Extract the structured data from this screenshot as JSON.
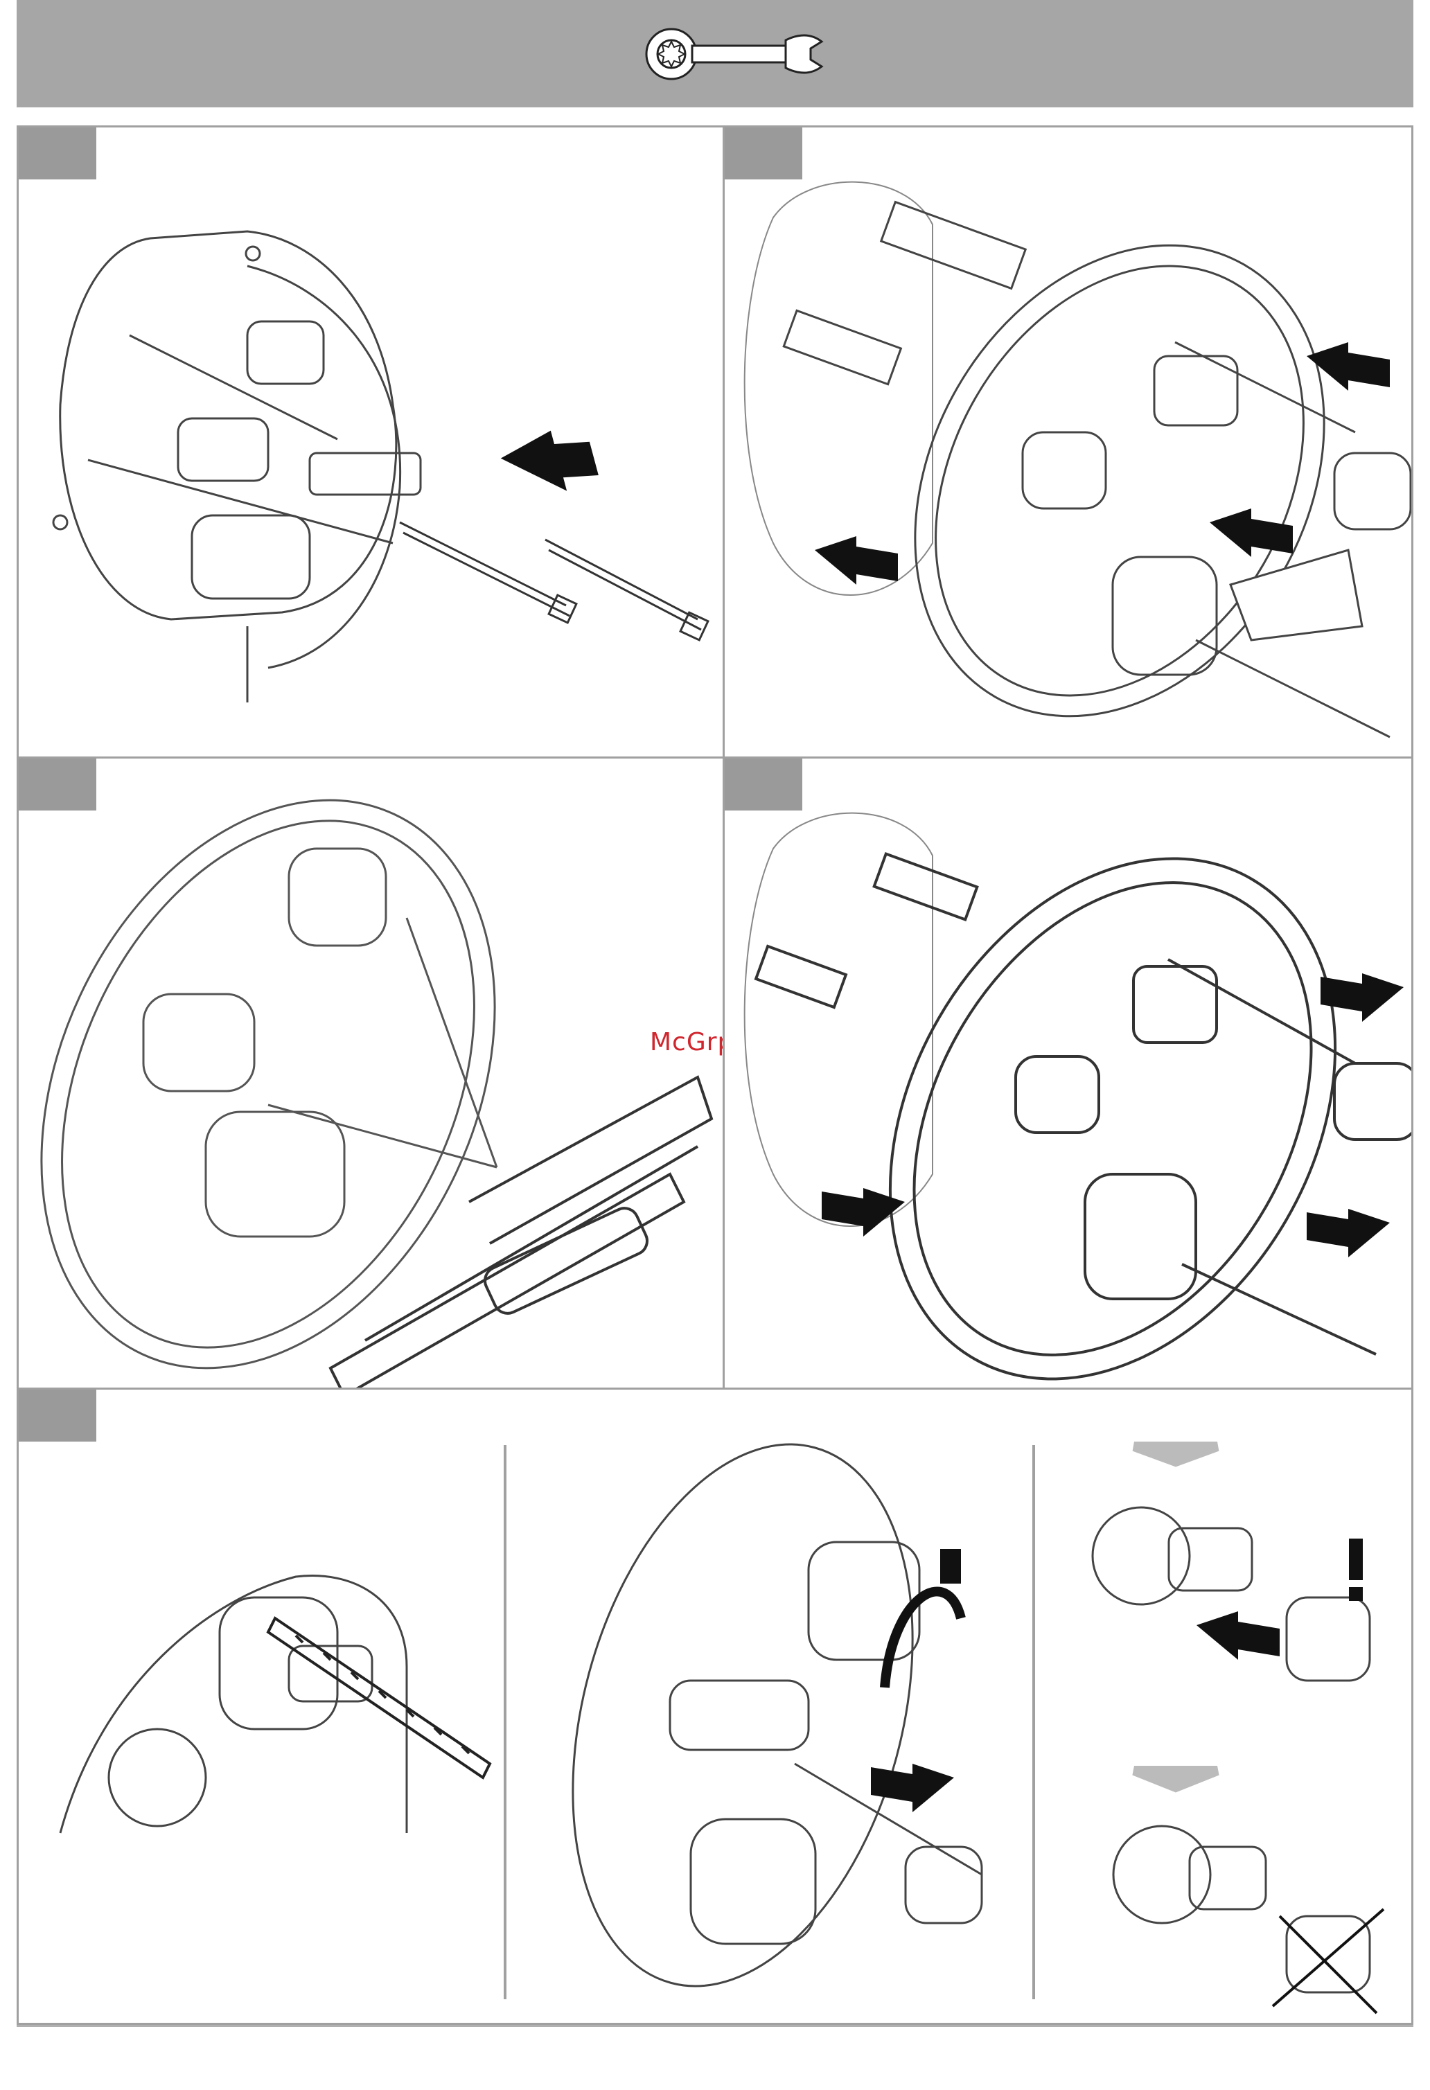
{
  "header": {
    "icon": "wrench-icon"
  },
  "watermark": {
    "text": "McGrp.Ru"
  },
  "steps": [
    {
      "id": "step-1",
      "action": "insert-screws",
      "icons": [
        "arrow-left-icon"
      ]
    },
    {
      "id": "step-2",
      "action": "mount-plate",
      "icons": [
        "arrow-left-icon",
        "arrow-left-icon",
        "arrow-left-icon",
        "arrow-left-icon"
      ]
    },
    {
      "id": "step-3",
      "action": "cut-threads",
      "icons": [
        "hacksaw-icon"
      ]
    },
    {
      "id": "step-4",
      "action": "remove-plate",
      "icons": [
        "arrow-right-icon",
        "arrow-right-icon",
        "arrow-right-icon"
      ]
    },
    {
      "id": "step-5",
      "action": "measure-and-adjust",
      "icons": [
        "ruler-icon",
        "rotate-icon",
        "arrow-right-icon",
        "arrow-left-icon",
        "warning-icon",
        "crossed-out-icon"
      ]
    }
  ],
  "colors": {
    "header": "#a6a6a6",
    "tab": "#9a9a9a",
    "border": "#a0a0a0",
    "watermark": "#d0262e"
  }
}
